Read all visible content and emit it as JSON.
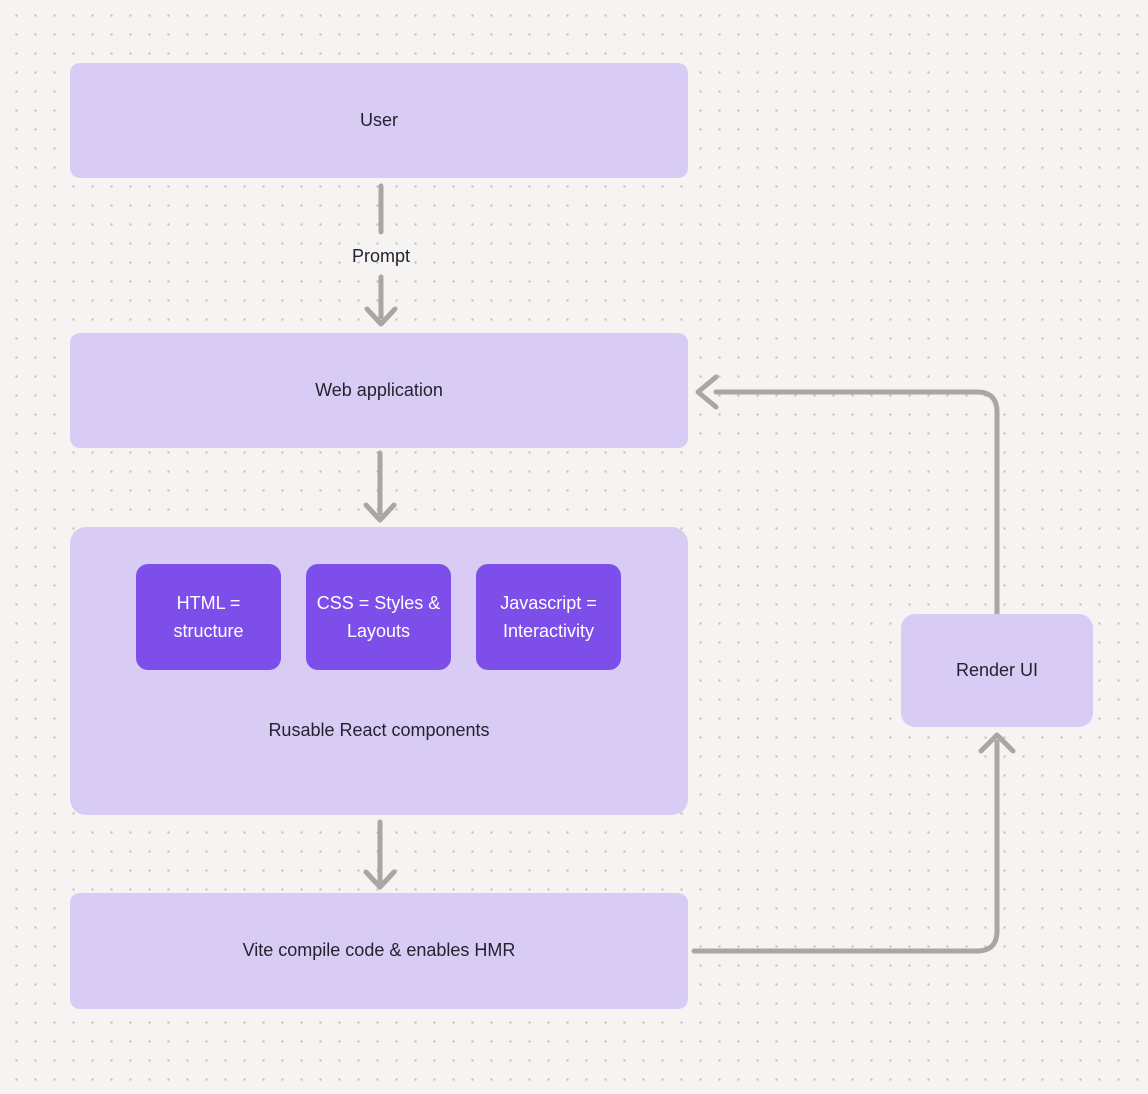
{
  "diagram": {
    "nodes": {
      "user": {
        "label": "User"
      },
      "web_application": {
        "label": "Web application"
      },
      "components": {
        "caption": "Rusable React components",
        "items": [
          {
            "label": "HTML = structure"
          },
          {
            "label": "CSS = Styles & Layouts"
          },
          {
            "label": "Javascript = Interactivity"
          }
        ]
      },
      "vite": {
        "label": "Vite compile code & enables HMR"
      },
      "render_ui": {
        "label": "Render UI"
      }
    },
    "edge_labels": {
      "prompt": "Prompt"
    },
    "colors": {
      "background": "#f5f4f2",
      "dot_grid": "#c5c3c1",
      "node_fill_light": "#d8ccf4",
      "node_fill_dark": "#7d4ee9",
      "connector": "#a9a6a4",
      "text_dark": "#262130",
      "text_light": "#ffffff"
    }
  }
}
